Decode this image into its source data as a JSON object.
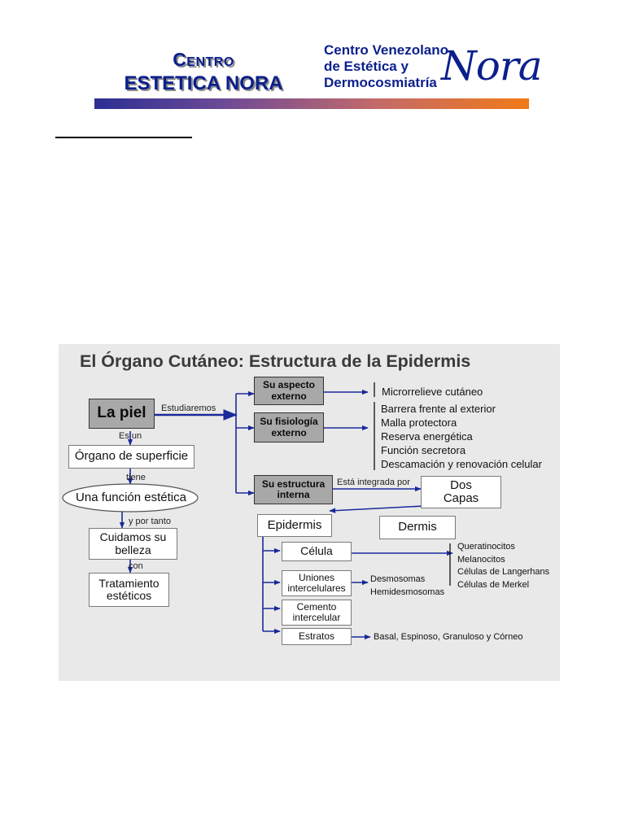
{
  "header": {
    "centro_line1": "Centro",
    "centro_line2": "ESTETICA NORA",
    "right_line1": "Centro Venezolano",
    "right_line2": "de Estética y",
    "right_line3": "Dermocosmiatría",
    "script_logo": "Nora",
    "bar_colors": [
      "#2c2f94",
      "#6d4a96",
      "#c46a6a",
      "#f07a18"
    ]
  },
  "diagram": {
    "title": "El Órgano Cutáneo: Estructura de la Epidermis",
    "nodes": {
      "la_piel": "La piel",
      "organo": "Órgano de superficie",
      "funcion": "Una función estética",
      "cuidamos_1": "Cuidamos su",
      "cuidamos_2": "belleza",
      "tratamiento_1": "Tratamiento",
      "tratamiento_2": "estéticos",
      "aspecto_1": "Su aspecto",
      "aspecto_2": "externo",
      "fisiologia_1": "Su fisiología",
      "fisiologia_2": "externo",
      "estructura_1": "Su estructura",
      "estructura_2": "interna",
      "dos_capas_1": "Dos",
      "dos_capas_2": "Capas",
      "epidermis": "Epidermis",
      "dermis": "Dermis",
      "celula": "Célula",
      "uniones_1": "Uniones",
      "uniones_2": "intercelulares",
      "cemento_1": "Cemento",
      "cemento_2": "intercelular",
      "estratos": "Estratos"
    },
    "edge_labels": {
      "estudiaremos": "Estudiaremos",
      "es_un": "Es un",
      "tiene": "tiene",
      "y_por_tanto": "y por tanto",
      "con": "con",
      "integrada": "Está integrada por"
    },
    "lists": {
      "aspecto": [
        "Microrrelieve cutáneo"
      ],
      "fisiologia": [
        "Barrera frente al exterior",
        "Malla protectora",
        "Reserva energética",
        "Función secretora",
        "Descamación  y renovación celular"
      ],
      "celula": [
        "Queratinocitos",
        "Melanocitos",
        "Células de Langerhans",
        "Células de Merkel"
      ],
      "uniones": [
        "Desmosomas",
        "Hemidesmosomas"
      ],
      "estratos": "Basal, Espinoso, Granuloso y Córneo"
    },
    "colors": {
      "arrow": "#1a2a9a",
      "background": "#e9e9e9",
      "dark_box": "#a8a8a8"
    }
  }
}
